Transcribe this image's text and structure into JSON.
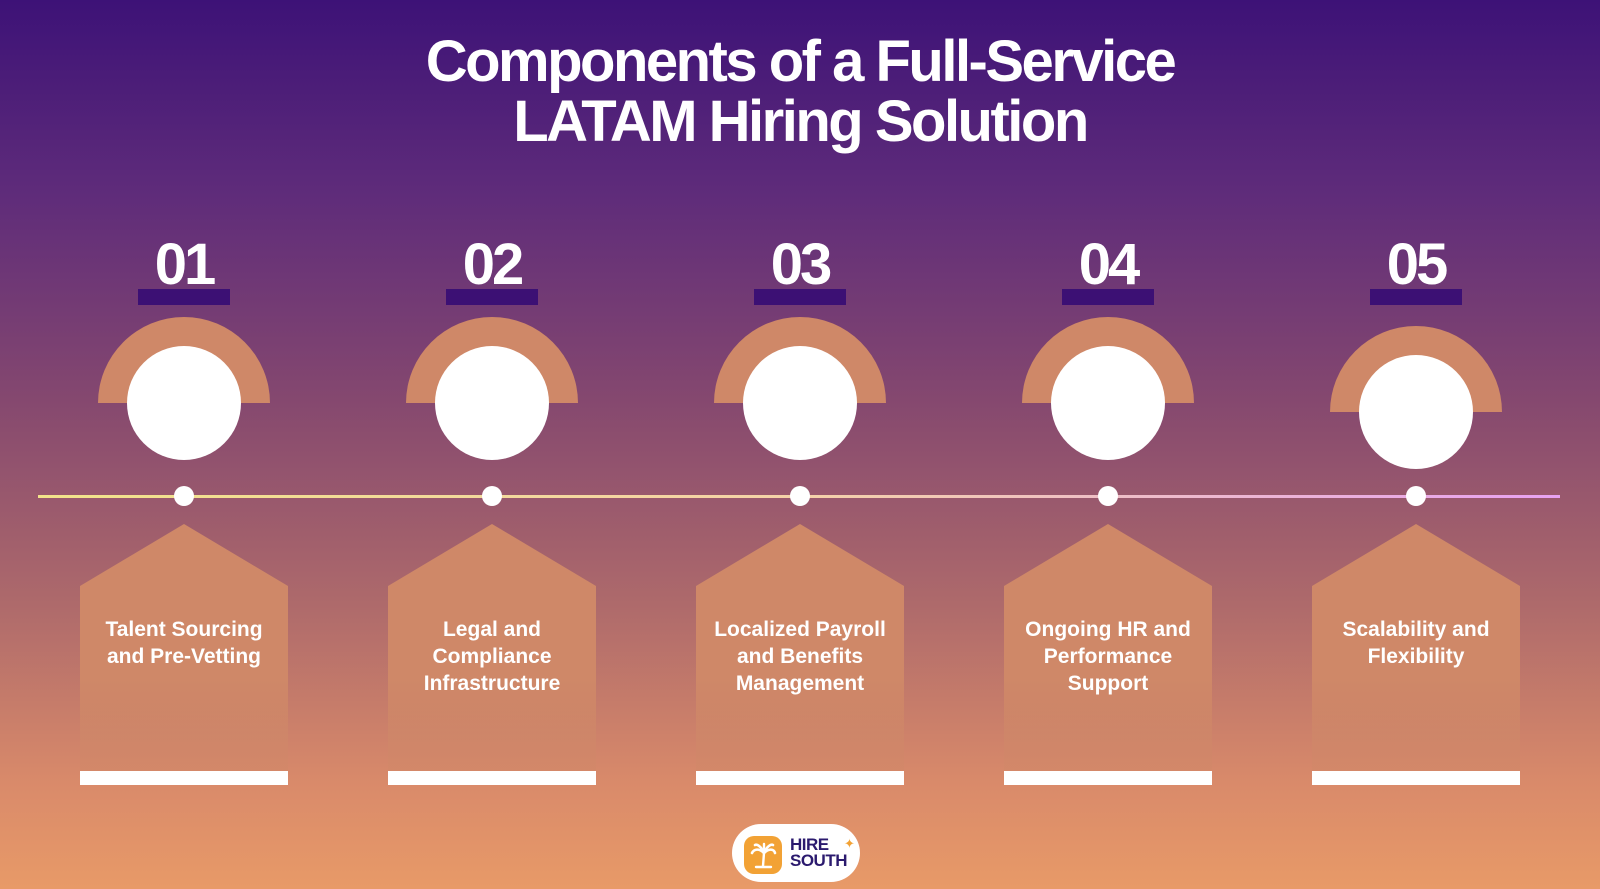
{
  "title": {
    "line1": "Components of a Full-Service",
    "line2": "LATAM Hiring Solution"
  },
  "steps": [
    {
      "number": "01",
      "label": "Talent Sourcing and Pre-Vetting"
    },
    {
      "number": "02",
      "label": "Legal and Compliance Infrastructure"
    },
    {
      "number": "03",
      "label": "Localized Payroll and Benefits Management"
    },
    {
      "number": "04",
      "label": "Ongoing HR and Performance Support"
    },
    {
      "number": "05",
      "label": "Scalability and Flexibility"
    }
  ],
  "logo": {
    "line1": "HIRE",
    "line2": "SOUTH",
    "badge_icon": "palm-tree-icon"
  },
  "colors": {
    "accent": "#cf8868",
    "num_bar": "#3c1074",
    "logo_badge": "#f2a235",
    "logo_text": "#2b1a6e"
  }
}
